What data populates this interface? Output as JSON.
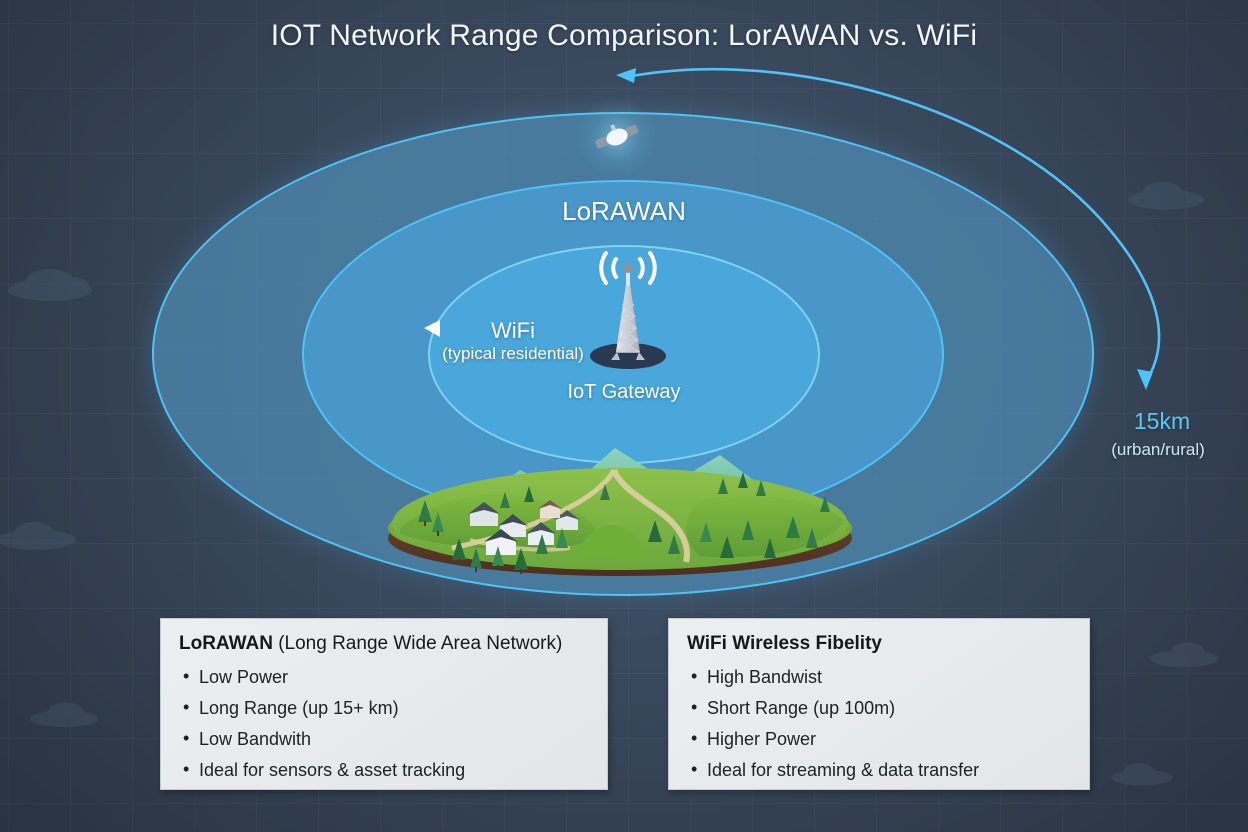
{
  "page": {
    "title": "IOT Network Range Comparison: LorAWAN vs. WiFi",
    "background_color": "#3a4a5e",
    "accent_color": "#4fc3f7",
    "range_accent_color": "#5bc8f0"
  },
  "diagram": {
    "outer_ring_label": "LoRAWAN",
    "inner_ring_label": "WiFi",
    "inner_ring_sublabel": "(typical residential)",
    "center_label": "IoT Gateway",
    "range_value": "15km",
    "range_sublabel": "(urban/rural)",
    "icons": {
      "satellite": "satellite-icon",
      "tower": "iot-gateway-tower-icon",
      "signal": "signal-waves-icon",
      "landscape": "rural-landscape-icon",
      "range_arrow": "double-headed-range-arrow-icon",
      "wifi_edge_arrow": "wifi-edge-arrow-icon"
    }
  },
  "legend": {
    "lorawan": {
      "title_bold": "LoRAWAN",
      "title_rest": " (Long Range Wide Area Network)",
      "items": [
        "Low Power",
        "Long Range (up 15+ km)",
        "Low Bandwith",
        "Ideal for sensors & asset tracking"
      ]
    },
    "wifi": {
      "title_bold": "WiFi Wireless Fibelity",
      "title_rest": "",
      "items": [
        "High Bandwist",
        "Short Range (up 100m)",
        "Higher Power",
        "Ideal for streaming & data transfer"
      ]
    }
  }
}
